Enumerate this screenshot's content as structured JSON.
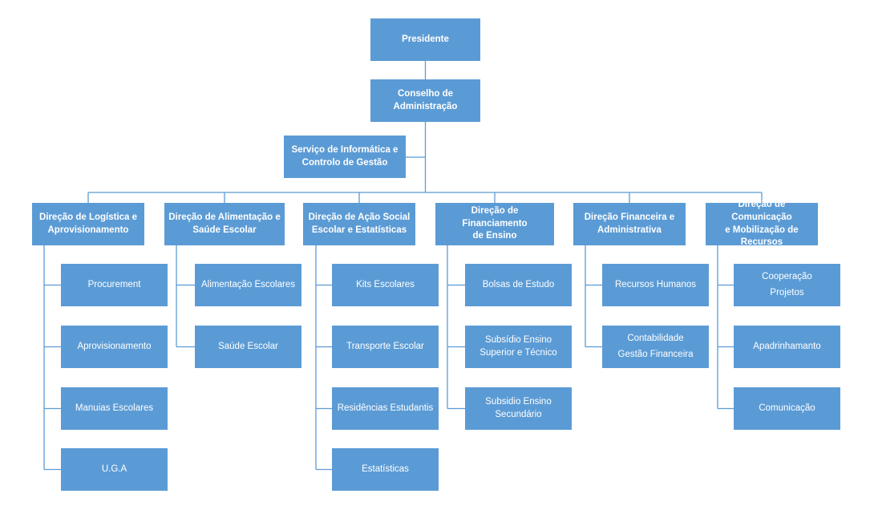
{
  "org_chart": {
    "president": "Presidente",
    "board": "Conselho de\nAdministração",
    "it_service": "Serviço de Informática e\nControlo de Gestão",
    "directorates": [
      {
        "title": "Direção de Logística e\nAprovisionamento",
        "units": [
          "Procurement",
          "Aprovisionamento",
          "Manuias Escolares",
          "U.G.A"
        ]
      },
      {
        "title": "Direção de Alimentação e\nSaúde Escolar",
        "units": [
          "Alimentação Escolares",
          "Saúde Escolar"
        ]
      },
      {
        "title": "Direção de Ação Social\nEscolar e Estatísticas",
        "units": [
          "Kits Escolares",
          "Transporte Escolar",
          "Residências Estudantis",
          "Estatísticas"
        ]
      },
      {
        "title": "Direção de Financiamento\nde Ensino",
        "units": [
          "Bolsas de Estudo",
          "Subsídio Ensino\nSuperior e Técnico",
          "Subsidio Ensino\nSecundário"
        ]
      },
      {
        "title": "Direção Financeira e\nAdministrativa",
        "units": [
          "Recursos Humanos",
          "Contabilidade\nGestão Financeira"
        ]
      },
      {
        "title": "Direção de Comunicação\ne Mobilização de\nRecursos",
        "units": [
          "Cooperação\nProjetos",
          "Apadrinhamanto",
          "Comunicação"
        ]
      }
    ]
  },
  "colors": {
    "box_fill": "#5b9bd5",
    "box_text": "#ffffff",
    "connector": "#5b9bd5"
  }
}
